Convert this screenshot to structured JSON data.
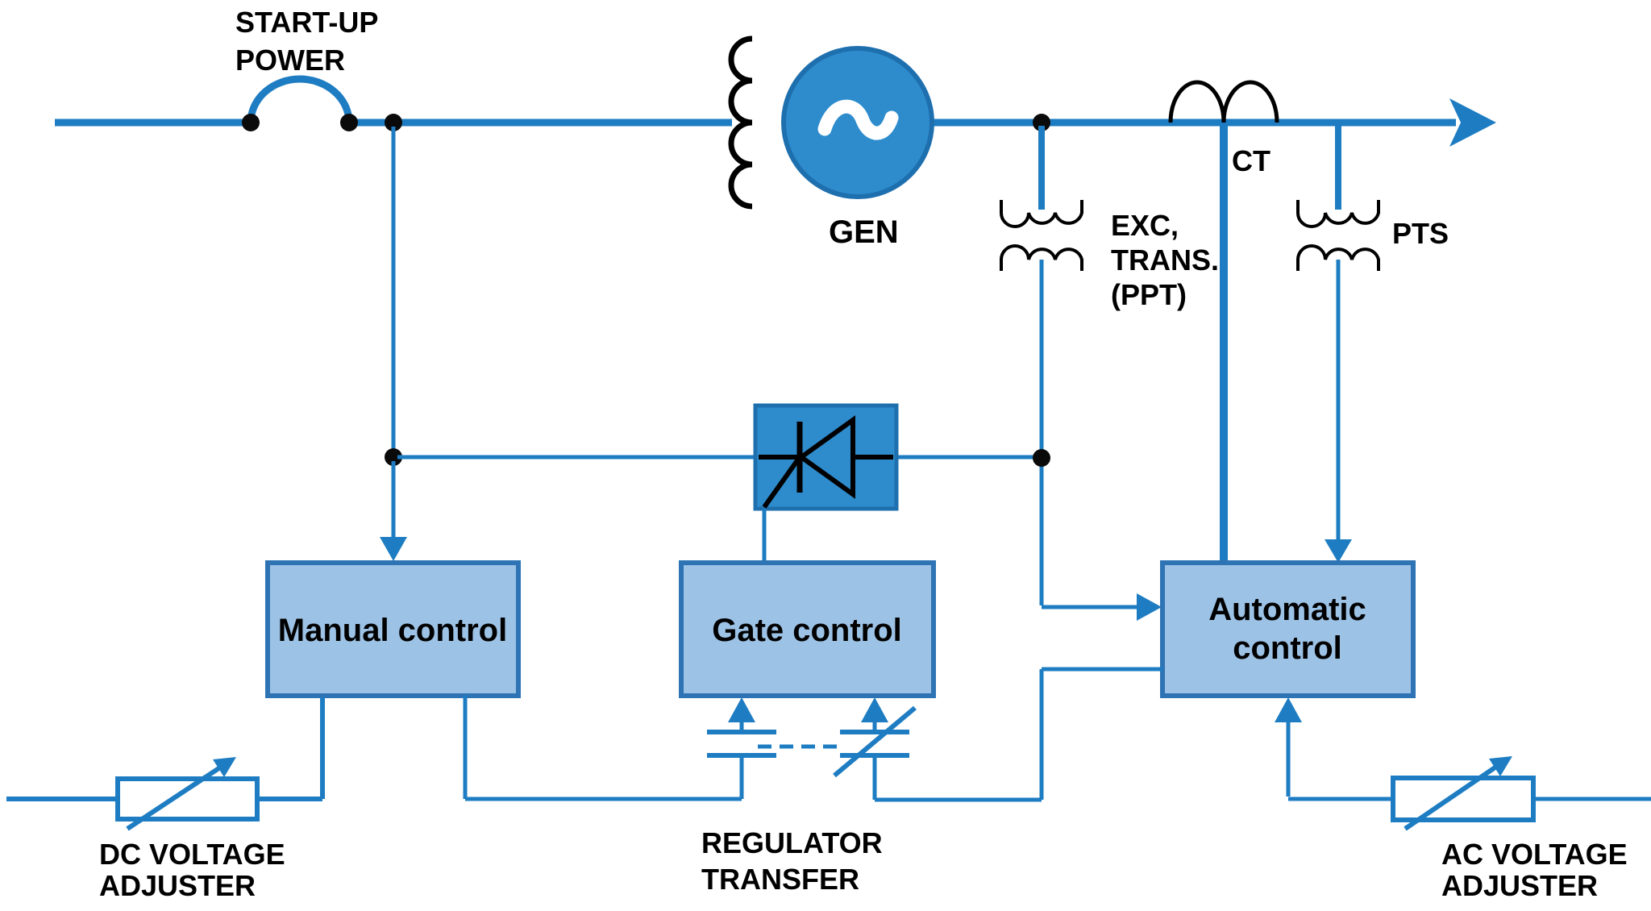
{
  "diagram": {
    "title_hint": "Generator excitation system one-line diagram",
    "labels": {
      "startup_power_line1": "START-UP",
      "startup_power_line2": "POWER",
      "gen": "GEN",
      "ct": "CT",
      "exc_trans_line1": "EXC,",
      "exc_trans_line2": "TRANS.",
      "exc_trans_line3": "(PPT)",
      "pts": "PTS",
      "manual_control": "Manual control",
      "gate_control": "Gate control",
      "automatic_control_line1": "Automatic",
      "automatic_control_line2": "control",
      "regulator_transfer_line1": "REGULATOR",
      "regulator_transfer_line2": "TRANSFER",
      "dc_adjuster_line1": "DC VOLTAGE",
      "dc_adjuster_line2": "ADJUSTER",
      "ac_adjuster_line1": "AC VOLTAGE",
      "ac_adjuster_line2": "ADJUSTER"
    },
    "icons": {
      "generator_symbol": "~",
      "breaker_symbol": "arc-with-end-dots",
      "thyristor_symbol": "thyristor",
      "winding_symbol": "inductor-coil",
      "transformer_symbol": "two-winding-transformer",
      "rheostat_symbol": "box-with-diagonal-arrow"
    },
    "colors": {
      "background": "#ffffff",
      "wire_blue": "#1e7dc2",
      "control_box_fill": "#9cc2e5",
      "control_box_border": "#2e74b5",
      "device_fill": "#2e8ccd",
      "device_border": "#1e6fae",
      "symbol_black": "#000000",
      "generator_wave_white": "#ffffff"
    }
  }
}
